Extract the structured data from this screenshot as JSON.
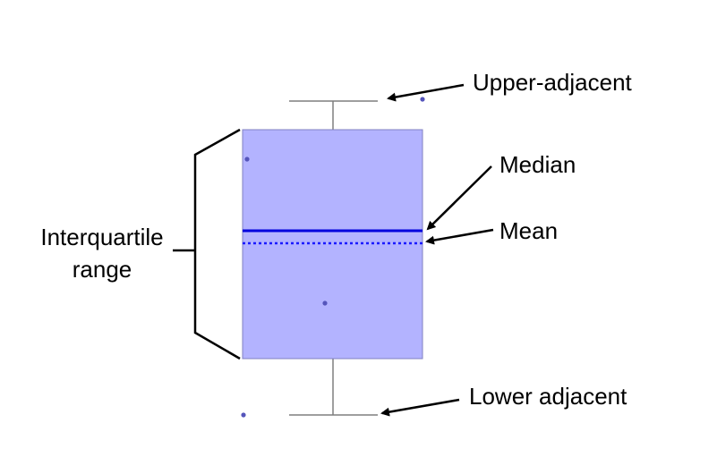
{
  "labels": {
    "upper_adjacent": "Upper-adjacent",
    "median": "Median",
    "mean": "Mean",
    "lower_adjacent": "Lower adjacent",
    "iqr_line1": "Interquartile",
    "iqr_line2": "range"
  },
  "colors": {
    "box_fill": "#b3b3ff",
    "box_stroke": "#8080c0",
    "median_line": "#0000dd",
    "mean_line": "#1a1aff",
    "points": "#5555bb",
    "whisker": "#7f7f7f",
    "annotation": "#000000"
  }
}
